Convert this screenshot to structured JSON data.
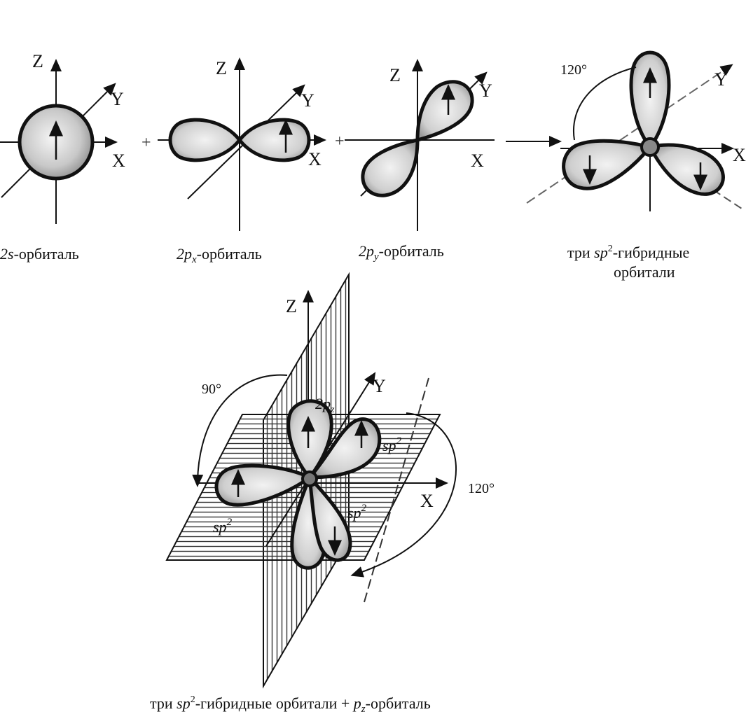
{
  "axes": {
    "x": "X",
    "y": "Y",
    "z": "Z"
  },
  "operators": {
    "plus": "+"
  },
  "angles": {
    "top_right": "120°",
    "bottom_left": "90°",
    "bottom_right": "120°"
  },
  "labels": {
    "p_orbital": "2p",
    "p_orbital_sub": "z",
    "sp2": "sp",
    "sp2_sup": "2"
  },
  "captions": {
    "s_orbital": {
      "main": "2s",
      "rest": "-орбиталь"
    },
    "px_orbital": {
      "main": "2p",
      "sub": "x",
      "rest": "-орбиталь"
    },
    "py_orbital": {
      "main": "2p",
      "sub": "y",
      "rest": "-орбиталь"
    },
    "hybrid": {
      "line1_pre": "три ",
      "line1_i": "sp",
      "line1_sup": "2",
      "line1_post": "-гибридные",
      "line2": "орбитали"
    },
    "bottom": {
      "pre": "три ",
      "i": "sp",
      "sup": "2",
      "mid": "-гибридные орбитали + ",
      "p": "p",
      "sub": "z",
      "post": "-орбиталь"
    }
  },
  "colors": {
    "ink": "#111111",
    "lobe_fill": "#d9d9d9",
    "lobe_fill_dark": "#a9a9a9"
  }
}
